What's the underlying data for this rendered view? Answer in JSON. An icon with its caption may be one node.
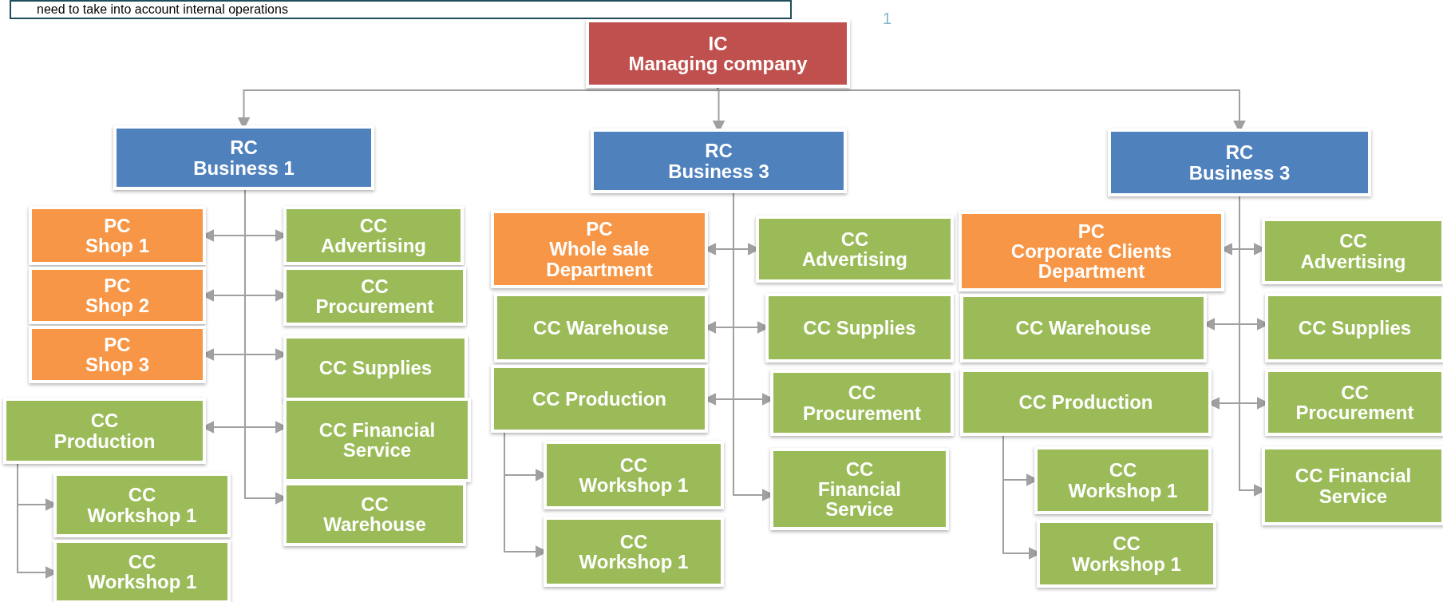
{
  "diagram": {
    "nodes": [
      {
        "text": [
          "need to take into account internal operations"
        ]
      },
      {
        "text": [
          "IC",
          "Managing company"
        ]
      },
      {
        "text": [
          "RC",
          "Business 1"
        ]
      },
      {
        "text": [
          "RC",
          "Business 3"
        ]
      },
      {
        "text": [
          "RC",
          "Business 3"
        ]
      },
      {
        "text": [
          "PC",
          "Shop 1"
        ]
      },
      {
        "text": [
          "CC",
          "Advertising"
        ]
      },
      {
        "text": [
          "PC",
          "Shop 2"
        ]
      },
      {
        "text": [
          "CC",
          "Procurement"
        ]
      },
      {
        "text": [
          "PC",
          "Shop 3"
        ]
      },
      {
        "text": [
          "CC Supplies"
        ]
      },
      {
        "text": [
          "CC",
          "Production"
        ]
      },
      {
        "text": [
          "CC Financial Service"
        ]
      },
      {
        "text": [
          "CC",
          "Workshop 1"
        ]
      },
      {
        "text": [
          "CC",
          "Warehouse"
        ]
      },
      {
        "text": [
          "CC",
          "Workshop 1"
        ]
      },
      {
        "text": [
          "PC",
          "Whole sale Department"
        ]
      },
      {
        "text": [
          "CC",
          "Advertising"
        ]
      },
      {
        "text": [
          "CC Warehouse"
        ]
      },
      {
        "text": [
          "CC Supplies"
        ]
      },
      {
        "text": [
          "CC Production"
        ]
      },
      {
        "text": [
          "CC",
          "Procurement"
        ]
      },
      {
        "text": [
          "CC",
          "Workshop 1"
        ]
      },
      {
        "text": [
          "CC",
          "Financial Service"
        ]
      },
      {
        "text": [
          "CC",
          "Workshop 1"
        ]
      },
      {
        "text": [
          "PC",
          "Corporate Clients Department"
        ]
      },
      {
        "text": [
          "CC",
          "Advertising"
        ]
      },
      {
        "text": [
          "CC Warehouse"
        ]
      },
      {
        "text": [
          "CC Supplies"
        ]
      },
      {
        "text": [
          "CC Production"
        ]
      },
      {
        "text": [
          "CC",
          "Procurement"
        ]
      },
      {
        "text": [
          "CC",
          "Workshop 1"
        ]
      },
      {
        "text": [
          "CC Financial Service"
        ]
      },
      {
        "text": [
          "CC",
          "Workshop 1"
        ]
      }
    ],
    "edges": [
      {
        "from": 1,
        "to": 2,
        "arrow": "to"
      },
      {
        "from": 1,
        "to": 3,
        "arrow": "to"
      },
      {
        "from": 1,
        "to": 4,
        "arrow": "to"
      },
      {
        "from": 5,
        "to": 6,
        "arrow": "both"
      },
      {
        "from": 7,
        "to": 8,
        "arrow": "both"
      },
      {
        "from": 9,
        "to": 10,
        "arrow": "both"
      },
      {
        "from": 11,
        "to": 12,
        "arrow": "both"
      },
      {
        "from": 2,
        "to": 14,
        "arrow": "to"
      },
      {
        "from": 11,
        "to": 13,
        "arrow": "to"
      },
      {
        "from": 11,
        "to": 15,
        "arrow": "to"
      },
      {
        "from": 16,
        "to": 17,
        "arrow": "both"
      },
      {
        "from": 18,
        "to": 19,
        "arrow": "both"
      },
      {
        "from": 20,
        "to": 21,
        "arrow": "both"
      },
      {
        "from": 3,
        "to": 23,
        "arrow": "to"
      },
      {
        "from": 20,
        "to": 22,
        "arrow": "to"
      },
      {
        "from": 20,
        "to": 24,
        "arrow": "to"
      },
      {
        "from": 25,
        "to": 26,
        "arrow": "both"
      },
      {
        "from": 27,
        "to": 28,
        "arrow": "both"
      },
      {
        "from": 29,
        "to": 30,
        "arrow": "both"
      },
      {
        "from": 4,
        "to": 32,
        "arrow": "to"
      },
      {
        "from": 29,
        "to": 31,
        "arrow": "to"
      },
      {
        "from": 29,
        "to": 33,
        "arrow": "to"
      }
    ],
    "labels": [
      "1"
    ]
  }
}
